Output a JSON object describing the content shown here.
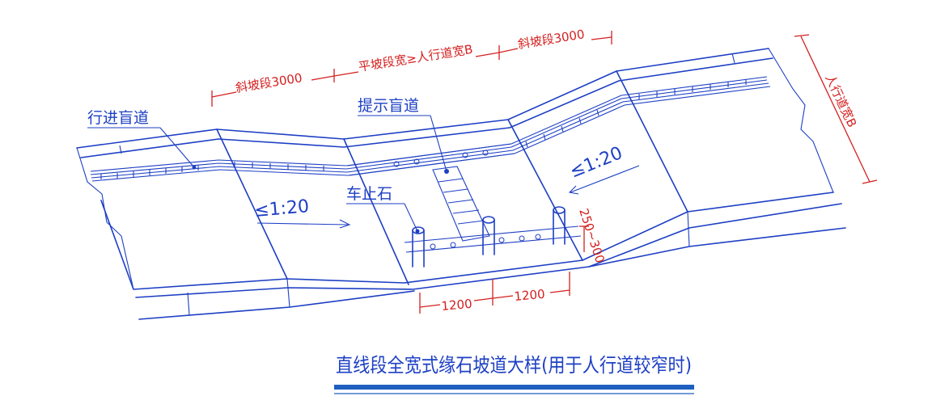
{
  "colors": {
    "line": "#1d3fc4",
    "dimension": "#d4201f",
    "title_bar": "#1e5fbf"
  },
  "labels": {
    "guide_strip": "行进盲道",
    "warning_strip": "提示盲道",
    "bollard": "车止石",
    "slope_left": "≤1:20",
    "slope_right": "≤1:20",
    "drop_height": "250~300"
  },
  "dimensions": {
    "left_ramp": "斜坡段3000",
    "flat": "平坡段宽≥人行道宽B",
    "right_ramp": "斜坡段3000",
    "sidewalk_width": "人行道宽B",
    "bollard_spacing_1": "1200",
    "bollard_spacing_2": "1200"
  },
  "title": "直线段全宽式缘石坡道大样(用于人行道较窄时)"
}
